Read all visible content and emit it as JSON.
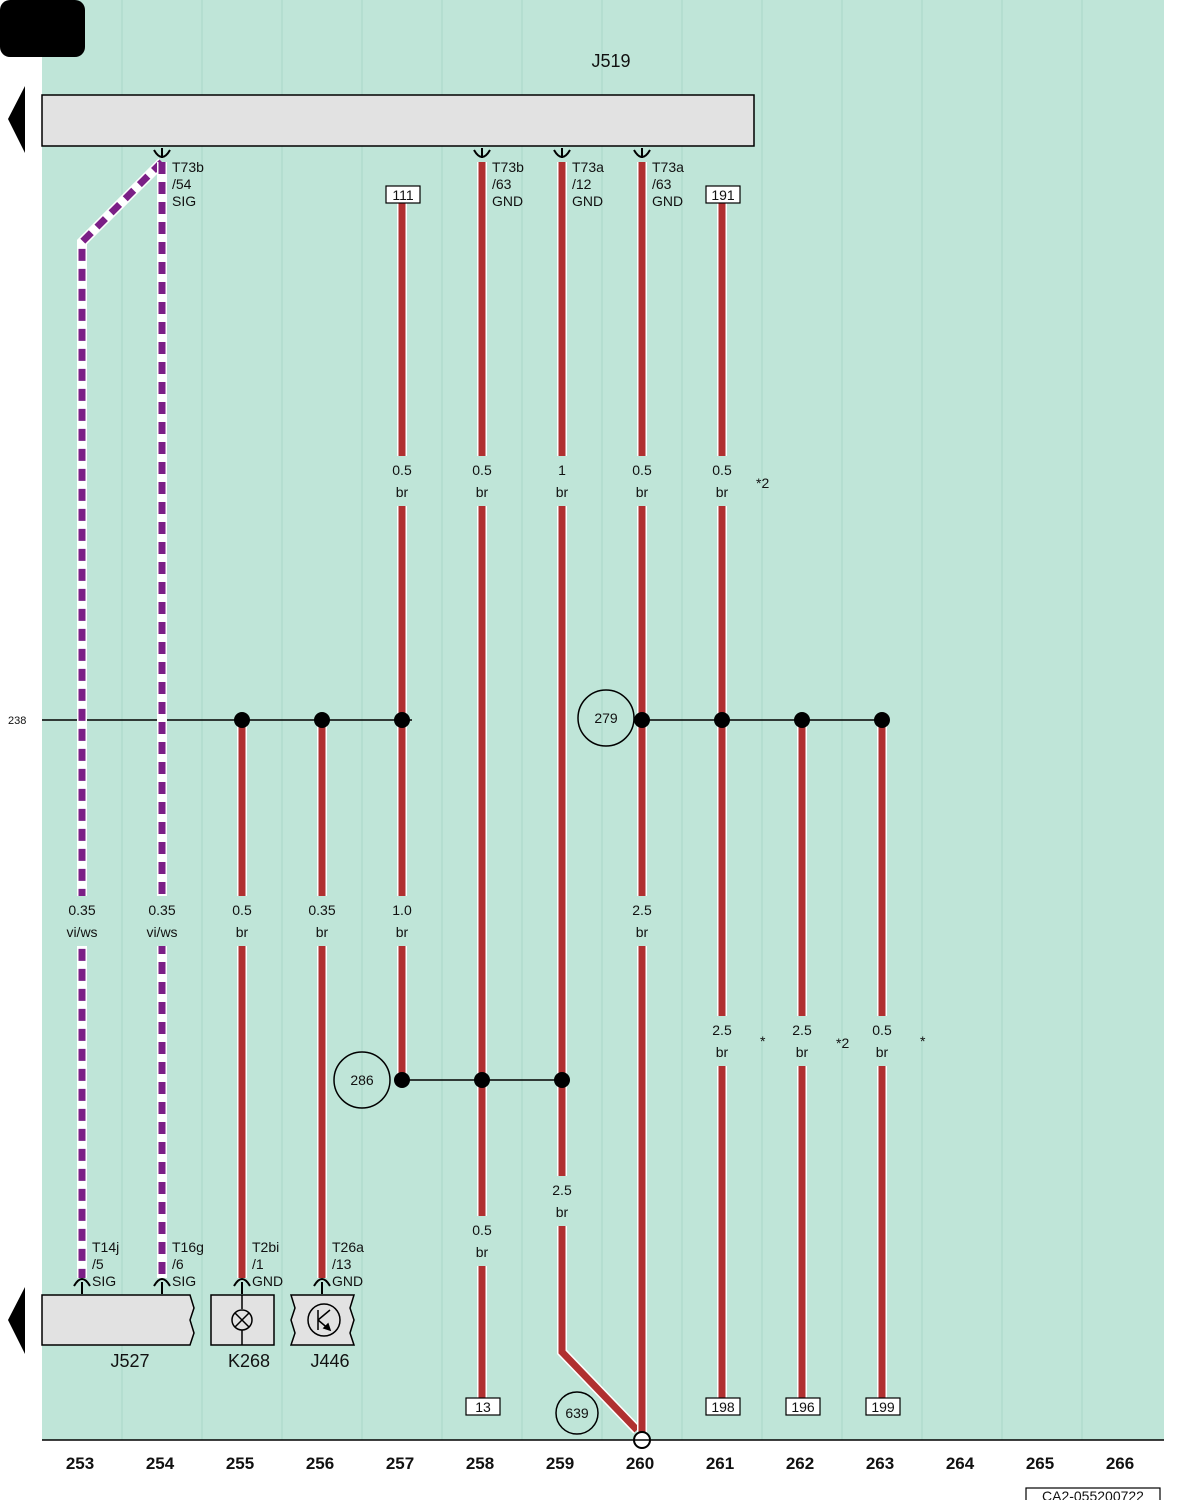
{
  "corner_tab": "",
  "top_unit": {
    "id": "J519"
  },
  "bottom_units": [
    {
      "id": "J527"
    },
    {
      "id": "K268"
    },
    {
      "id": "J446"
    }
  ],
  "row_marker": "238",
  "connectors": [
    {
      "id": "T73b-54",
      "lines": [
        "T73b",
        "/54",
        "SIG"
      ]
    },
    {
      "id": "T73b-63",
      "lines": [
        "T73b",
        "/63",
        "GND"
      ]
    },
    {
      "id": "T73a-12",
      "lines": [
        "T73a",
        "/12",
        "GND"
      ]
    },
    {
      "id": "T73a-63",
      "lines": [
        "T73a",
        "/63",
        "GND"
      ]
    },
    {
      "id": "T14j-5",
      "lines": [
        "T14j",
        "/5",
        "SIG"
      ]
    },
    {
      "id": "T16g-6",
      "lines": [
        "T16g",
        "/6",
        "SIG"
      ]
    },
    {
      "id": "T2bi-1",
      "lines": [
        "T2bi",
        "/1",
        "GND"
      ]
    },
    {
      "id": "T26a-13",
      "lines": [
        "T26a",
        "/13",
        "GND"
      ]
    }
  ],
  "ref_boxes": [
    "111",
    "191",
    "13",
    "198",
    "196",
    "199"
  ],
  "ground_points": [
    "279",
    "286",
    "639"
  ],
  "wire_specs": [
    {
      "id": "w257-top",
      "size": "0.5",
      "color": "br"
    },
    {
      "id": "w258-top",
      "size": "0.5",
      "color": "br"
    },
    {
      "id": "w259-top",
      "size": "1",
      "color": "br"
    },
    {
      "id": "w260-top",
      "size": "0.5",
      "color": "br"
    },
    {
      "id": "w261-top",
      "size": "0.5",
      "color": "br"
    },
    {
      "id": "w253-mid",
      "size": "0.35",
      "color": "vi/ws"
    },
    {
      "id": "w254-mid",
      "size": "0.35",
      "color": "vi/ws"
    },
    {
      "id": "w255-mid",
      "size": "0.5",
      "color": "br"
    },
    {
      "id": "w256-mid",
      "size": "0.35",
      "color": "br"
    },
    {
      "id": "w257-mid",
      "size": "1.0",
      "color": "br"
    },
    {
      "id": "w260-mid",
      "size": "2.5",
      "color": "br"
    },
    {
      "id": "w261-low",
      "size": "2.5",
      "color": "br"
    },
    {
      "id": "w262-low",
      "size": "2.5",
      "color": "br"
    },
    {
      "id": "w263-low",
      "size": "0.5",
      "color": "br"
    },
    {
      "id": "w259-low",
      "size": "2.5",
      "color": "br"
    },
    {
      "id": "w258-low",
      "size": "0.5",
      "color": "br"
    }
  ],
  "footnotes": [
    "*2",
    "*",
    "*2",
    "*"
  ],
  "columns": [
    "253",
    "254",
    "255",
    "256",
    "257",
    "258",
    "259",
    "260",
    "261",
    "262",
    "263",
    "264",
    "265",
    "266"
  ],
  "doc_code": "CA2-055200722",
  "colors": {
    "background": "#bfe5d8",
    "brown_wire": "#b03030",
    "violet_wire": "#7b1f86",
    "white_stripe": "#ffffff",
    "component_fill": "#e2e2e2"
  }
}
